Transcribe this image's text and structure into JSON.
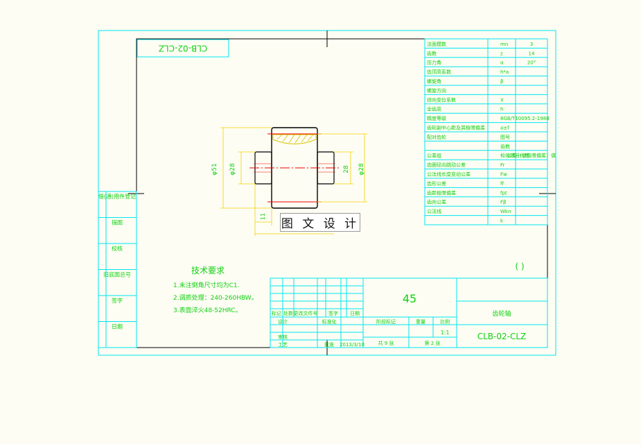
{
  "title_box": {
    "code_rotated": "CLB-02-CLZ"
  },
  "param_table": {
    "rows": [
      {
        "label": "法面模数",
        "symbol": "mn",
        "value": "3"
      },
      {
        "label": "齿数",
        "symbol": "z",
        "value": "14"
      },
      {
        "label": "压力角",
        "symbol": "α",
        "value": "20°"
      },
      {
        "label": "齿顶高系数",
        "symbol": "h*a",
        "value": ""
      },
      {
        "label": "螺旋角",
        "symbol": "β",
        "value": ""
      },
      {
        "label": "螺旋方向",
        "symbol": "",
        "value": ""
      },
      {
        "label": "径向变位系数",
        "symbol": "X",
        "value": ""
      },
      {
        "label": "全齿高",
        "symbol": "h",
        "value": ""
      },
      {
        "label": "精度等级",
        "symbol": "8GB/T10095.2-1988",
        "value": ""
      },
      {
        "label": "齿轮副中心距及其极限偏差",
        "symbol": "a±f",
        "value": ""
      },
      {
        "label": "配对齿轮",
        "symbol": "图号",
        "value": ""
      },
      {
        "label": "",
        "symbol": "齿数",
        "value": ""
      },
      {
        "label": "公差组",
        "symbol": "检验项目代号",
        "value": "公差（或极限偏差）值"
      },
      {
        "label": "齿圈径向跳动公差",
        "symbol": "Fr",
        "value": ""
      },
      {
        "label": "公法线长度变动公差",
        "symbol": "Fw",
        "value": ""
      },
      {
        "label": "齿形公差",
        "symbol": "ff",
        "value": ""
      },
      {
        "label": "齿距极限偏差",
        "symbol": "fpt",
        "value": ""
      },
      {
        "label": "齿向公差",
        "symbol": "Fβ",
        "value": ""
      },
      {
        "label": "公法线",
        "symbol": "Wkn",
        "value": ""
      },
      {
        "label": "",
        "symbol": "k",
        "value": ""
      }
    ]
  },
  "side_column": [
    "借(通)用件登记",
    "描图",
    "校核",
    "旧底图总号",
    "签字",
    "日期"
  ],
  "tech": {
    "heading": "技术要求",
    "lines": [
      "1.未注倒角尺寸均为C1.",
      "2.调质处理：240-260HBW。",
      "3.表面淬火48-52HRC。"
    ]
  },
  "title_block": {
    "material": "45",
    "part_name": "齿轮轴",
    "drawing_no": "CLB-02-CLZ",
    "brackets": "(    )",
    "labels": {
      "mark": "标记",
      "count": "处数",
      "file": "更改文件号",
      "sign": "签字",
      "date": "日期",
      "design": "设计",
      "standard": "标准化",
      "review": "审核",
      "craft": "工艺",
      "approve": "批准",
      "stage": "阶段标记",
      "weight": "重量",
      "scale_label": "比例",
      "scale": "1:1",
      "total_sheets": "共  9  张",
      "sheet": "第  2  张",
      "approve_date": "2013/3/10"
    }
  },
  "dims": {
    "d1": "φ51",
    "d2": "φ28",
    "d3": "φ28",
    "d4": "28",
    "len": "11"
  },
  "watermark": {
    "text": "图 文 设 计"
  }
}
